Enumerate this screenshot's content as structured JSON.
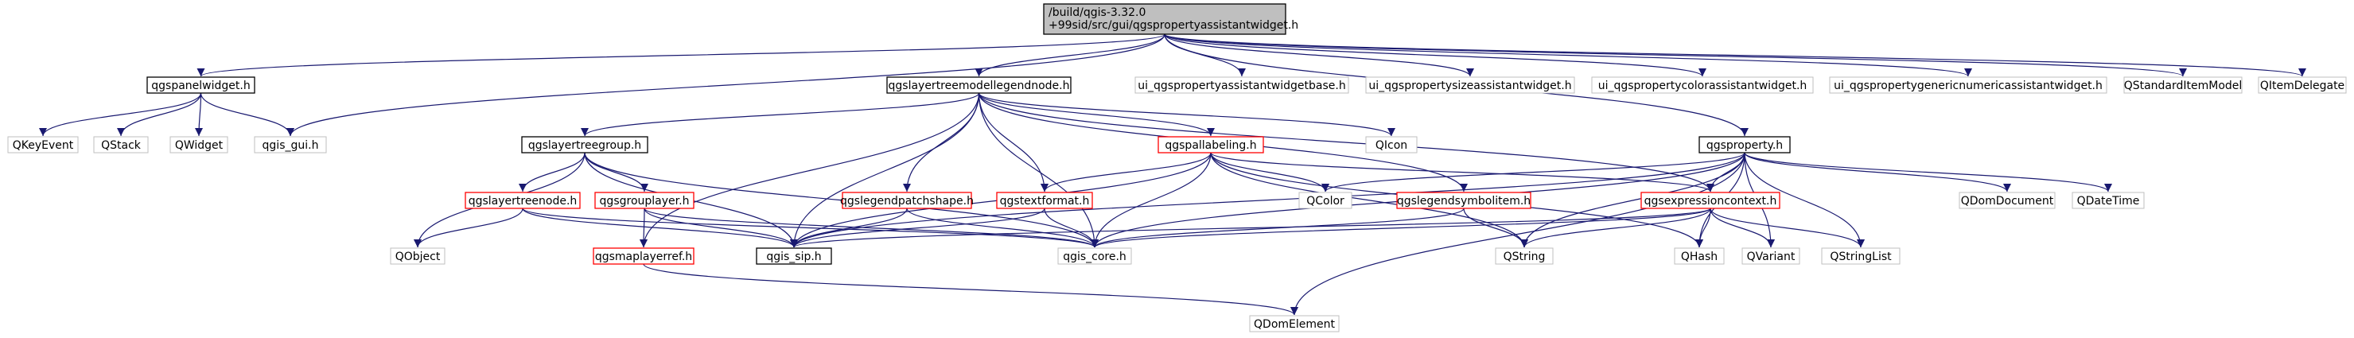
{
  "diagram": {
    "colors": {
      "edge": "#191970",
      "node_fill": "#ffffff",
      "root_fill": "#bfbfbf",
      "border_black": "#000000",
      "border_red": "#ff0000",
      "border_gray": "#bfbfbf",
      "text": "#000000"
    },
    "nodes": [
      {
        "id": "root",
        "lines": [
          "/build/qgis-3.32.0",
          "+99sid/src/gui/qgspropertyassistantwidget.h"
        ],
        "style": "root"
      },
      {
        "id": "panelwidget",
        "lines": [
          "qgspanelwidget.h"
        ],
        "style": "black"
      },
      {
        "id": "ltmln",
        "lines": [
          "qgslayertreemodellegendnode.h"
        ],
        "style": "black"
      },
      {
        "id": "ui_paw",
        "lines": [
          "ui_qgspropertyassistantwidgetbase.h"
        ],
        "style": "gray"
      },
      {
        "id": "ui_psaw",
        "lines": [
          "ui_qgspropertysizeassistantwidget.h"
        ],
        "style": "gray"
      },
      {
        "id": "ui_pcaw",
        "lines": [
          "ui_qgspropertycolorassistantwidget.h"
        ],
        "style": "gray"
      },
      {
        "id": "ui_pgnaw",
        "lines": [
          "ui_qgspropertygenericnumericassistantwidget.h"
        ],
        "style": "gray"
      },
      {
        "id": "qstdmodel",
        "lines": [
          "QStandardItemModel"
        ],
        "style": "gray"
      },
      {
        "id": "qitemdel",
        "lines": [
          "QItemDelegate"
        ],
        "style": "gray"
      },
      {
        "id": "qkeyevent",
        "lines": [
          "QKeyEvent"
        ],
        "style": "gray"
      },
      {
        "id": "qstack",
        "lines": [
          "QStack"
        ],
        "style": "gray"
      },
      {
        "id": "qwidget",
        "lines": [
          "QWidget"
        ],
        "style": "gray"
      },
      {
        "id": "qgis_gui",
        "lines": [
          "qgis_gui.h"
        ],
        "style": "gray"
      },
      {
        "id": "ltgroup",
        "lines": [
          "qgslayertreegroup.h"
        ],
        "style": "black"
      },
      {
        "id": "pallab",
        "lines": [
          "qgspallabeling.h"
        ],
        "style": "red"
      },
      {
        "id": "qicon",
        "lines": [
          "QIcon"
        ],
        "style": "gray"
      },
      {
        "id": "property",
        "lines": [
          "qgsproperty.h"
        ],
        "style": "black"
      },
      {
        "id": "qcolor",
        "lines": [
          "QColor"
        ],
        "style": "gray"
      },
      {
        "id": "qdomdoc",
        "lines": [
          "QDomDocument"
        ],
        "style": "gray"
      },
      {
        "id": "qdatetime",
        "lines": [
          "QDateTime"
        ],
        "style": "gray"
      },
      {
        "id": "ltnode",
        "lines": [
          "qgslayertreenode.h"
        ],
        "style": "red"
      },
      {
        "id": "grouplayer",
        "lines": [
          "qgsgrouplayer.h"
        ],
        "style": "red"
      },
      {
        "id": "legpatch",
        "lines": [
          "qgslegendpatchshape.h"
        ],
        "style": "red"
      },
      {
        "id": "textformat",
        "lines": [
          "qgstextformat.h"
        ],
        "style": "red"
      },
      {
        "id": "legsym",
        "lines": [
          "qgslegendsymbolitem.h"
        ],
        "style": "red"
      },
      {
        "id": "exprctx",
        "lines": [
          "qgsexpressioncontext.h"
        ],
        "style": "red"
      },
      {
        "id": "qobject",
        "lines": [
          "QObject"
        ],
        "style": "gray"
      },
      {
        "id": "maplayerref",
        "lines": [
          "qgsmaplayerref.h"
        ],
        "style": "red"
      },
      {
        "id": "qgis_sip",
        "lines": [
          "qgis_sip.h"
        ],
        "style": "black"
      },
      {
        "id": "qgis_core",
        "lines": [
          "qgis_core.h"
        ],
        "style": "gray"
      },
      {
        "id": "qstring",
        "lines": [
          "QString"
        ],
        "style": "gray"
      },
      {
        "id": "qhash",
        "lines": [
          "QHash"
        ],
        "style": "gray"
      },
      {
        "id": "qvariant",
        "lines": [
          "QVariant"
        ],
        "style": "gray"
      },
      {
        "id": "qstringlist",
        "lines": [
          "QStringList"
        ],
        "style": "gray"
      },
      {
        "id": "qdomelement",
        "lines": [
          "QDomElement"
        ],
        "style": "gray"
      }
    ],
    "edges": [
      [
        "root",
        "panelwidget"
      ],
      [
        "root",
        "ltmln"
      ],
      [
        "root",
        "ui_paw"
      ],
      [
        "root",
        "ui_psaw"
      ],
      [
        "root",
        "ui_pcaw"
      ],
      [
        "root",
        "ui_pgnaw"
      ],
      [
        "root",
        "qstdmodel"
      ],
      [
        "root",
        "qitemdel"
      ],
      [
        "root",
        "qgis_gui"
      ],
      [
        "root",
        "property"
      ],
      [
        "panelwidget",
        "qkeyevent"
      ],
      [
        "panelwidget",
        "qstack"
      ],
      [
        "panelwidget",
        "qwidget"
      ],
      [
        "panelwidget",
        "qgis_gui"
      ],
      [
        "ltmln",
        "ltgroup"
      ],
      [
        "ltmln",
        "pallab"
      ],
      [
        "ltmln",
        "qicon"
      ],
      [
        "ltmln",
        "legpatch"
      ],
      [
        "ltmln",
        "textformat"
      ],
      [
        "ltmln",
        "legsym"
      ],
      [
        "ltmln",
        "exprctx"
      ],
      [
        "ltmln",
        "qgis_sip"
      ],
      [
        "ltmln",
        "qgis_core"
      ],
      [
        "ltmln",
        "maplayerref"
      ],
      [
        "ltgroup",
        "ltnode"
      ],
      [
        "ltgroup",
        "grouplayer"
      ],
      [
        "ltgroup",
        "qobject"
      ],
      [
        "ltgroup",
        "qgis_sip"
      ],
      [
        "ltgroup",
        "qgis_core"
      ],
      [
        "ltnode",
        "qobject"
      ],
      [
        "ltnode",
        "qgis_sip"
      ],
      [
        "ltnode",
        "qgis_core"
      ],
      [
        "grouplayer",
        "maplayerref"
      ],
      [
        "grouplayer",
        "qgis_sip"
      ],
      [
        "grouplayer",
        "qgis_core"
      ],
      [
        "maplayerref",
        "qdomelement"
      ],
      [
        "pallab",
        "qcolor"
      ],
      [
        "pallab",
        "textformat"
      ],
      [
        "pallab",
        "exprctx"
      ],
      [
        "pallab",
        "qgis_sip"
      ],
      [
        "pallab",
        "qgis_core"
      ],
      [
        "pallab",
        "qstring"
      ],
      [
        "pallab",
        "qhash"
      ],
      [
        "legpatch",
        "qgis_sip"
      ],
      [
        "legpatch",
        "qgis_core"
      ],
      [
        "textformat",
        "qgis_sip"
      ],
      [
        "textformat",
        "qgis_core"
      ],
      [
        "legsym",
        "qgis_core"
      ],
      [
        "legsym",
        "qstring"
      ],
      [
        "property",
        "qcolor"
      ],
      [
        "property",
        "exprctx"
      ],
      [
        "property",
        "qdomdoc"
      ],
      [
        "property",
        "qdatetime"
      ],
      [
        "property",
        "qgis_sip"
      ],
      [
        "property",
        "qgis_core"
      ],
      [
        "property",
        "qstring"
      ],
      [
        "property",
        "qhash"
      ],
      [
        "property",
        "qvariant"
      ],
      [
        "property",
        "qstringlist"
      ],
      [
        "property",
        "qdomelement"
      ],
      [
        "exprctx",
        "qgis_sip"
      ],
      [
        "exprctx",
        "qgis_core"
      ],
      [
        "exprctx",
        "qstring"
      ],
      [
        "exprctx",
        "qhash"
      ],
      [
        "exprctx",
        "qvariant"
      ],
      [
        "exprctx",
        "qstringlist"
      ]
    ]
  }
}
